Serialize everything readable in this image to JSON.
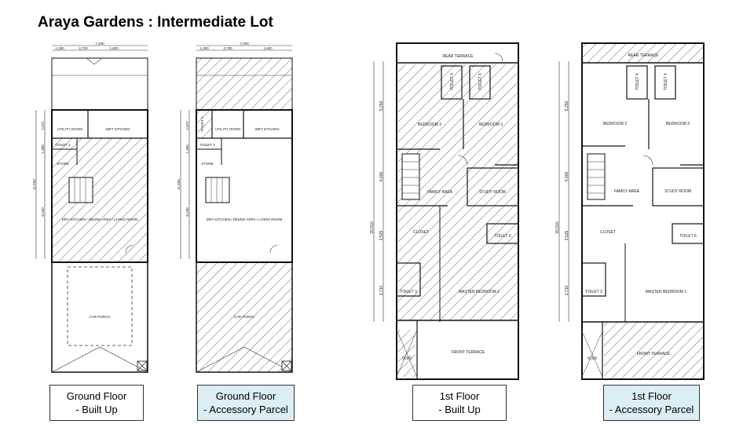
{
  "title": "Araya Gardens : Intermediate Lot",
  "colors": {
    "highlight_caption": "#dbeef4",
    "hatch": "#555555",
    "wall": "#111111"
  },
  "captions": [
    {
      "line1": "Ground Floor",
      "line2": "- Built Up",
      "highlight": false
    },
    {
      "line1": "Ground Floor",
      "line2": "- Accessory Parcel",
      "highlight": true
    },
    {
      "line1": "1st Floor",
      "line2": "- Built Up",
      "highlight": false
    },
    {
      "line1": "1st Floor",
      "line2": "- Accessory Parcel",
      "highlight": true
    }
  ],
  "ground_plans": [
    {
      "top_dims": [
        "7,400",
        "1,300",
        "2,700",
        "1,600"
      ],
      "side_dims": [
        "1,072",
        "1,380",
        "11,550",
        "8,100"
      ],
      "rooms": {
        "utility": "UTILITY ROOM",
        "wet_kitchen": "WET KITCHEN",
        "toilet": "TOILET 2",
        "store": "STORE",
        "dining": "DRY KITCHEN / DINING AREA / LIVING ROOM",
        "porch": "CAR PORCH"
      }
    },
    {
      "top_dims": [
        "7,400",
        "1,300",
        "2,700",
        "1,600"
      ],
      "side_dims": [
        "1,072",
        "1,380",
        "11,550",
        "8,100"
      ],
      "rooms": {
        "toilet1": "TOILET 1",
        "utility": "UTILITY ROOM",
        "wet_kitchen": "WET KITCHEN",
        "toilet": "TOILET 2",
        "store": "STORE",
        "dining": "DRY KITCHEN / DINING AREA / LIVING ROOM",
        "porch": "CAR PORCH"
      }
    }
  ],
  "first_plans": [
    {
      "side_dims": [
        "5,250",
        "4,000",
        "20,510",
        "3,525",
        "3,710"
      ],
      "rooms": {
        "rear_terrace": "REAR TERRACE",
        "toilet4a": "TOILET 4",
        "toilet4b": "TOILET 4",
        "bedroom2": "BEDROOM 2",
        "bedroom3": "BEDROOM 3",
        "family": "FAMILY AREA",
        "study": "STUDY ROOM",
        "closet": "CLOSET",
        "toilet6": "TOILET 6",
        "toilet3": "TOILET 3",
        "master": "MASTER BEDROOM 1",
        "front_terrace": "FRONT TERRACE",
        "void": "VOID"
      }
    },
    {
      "side_dims": [
        "5,250",
        "4,000",
        "20,510",
        "3,525",
        "3,710"
      ],
      "rooms": {
        "rear_terrace": "REAR TERRACE",
        "toilet4a": "TOILET 4",
        "toilet4b": "TOILET 4",
        "bedroom2": "BEDROOM 2",
        "bedroom3": "BEDROOM 3",
        "family": "FAMILY AREA",
        "study": "STUDY ROOM",
        "closet": "CLOSET",
        "toilet6": "TOILET 6",
        "toilet3": "TOILET 3",
        "master": "MASTER BEDROOM 1",
        "front_terrace": "FRONT TERRACE",
        "void": "VOID"
      }
    }
  ]
}
